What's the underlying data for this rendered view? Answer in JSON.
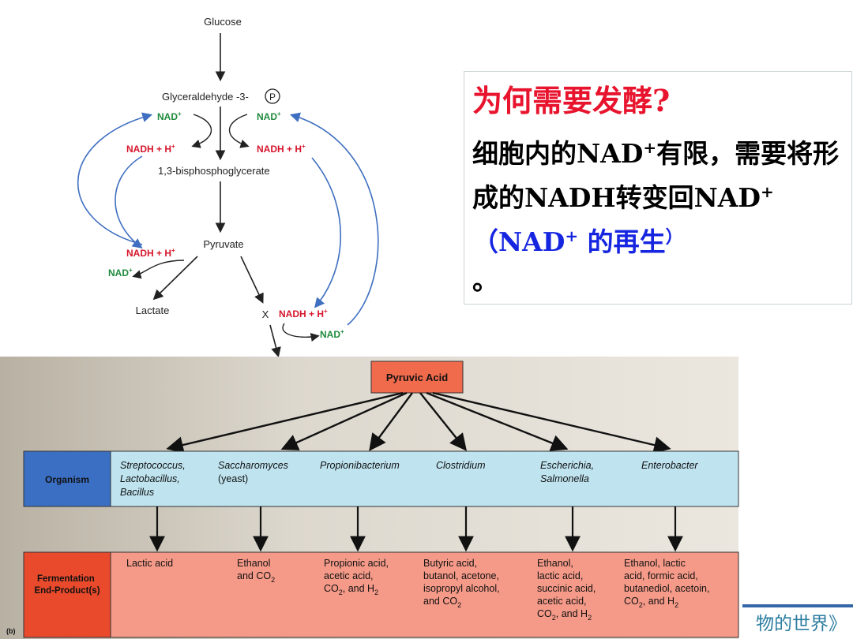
{
  "pathway": {
    "glucose": "Glucose",
    "g3p": "Glyceraldehyde -3-",
    "phosphate_symbol": "P",
    "nad_left": "NAD",
    "nad_right": "NAD",
    "nad_sup": "+",
    "nadh_left": "NADH + H",
    "nadh_right": "NADH + H",
    "bpg": "1,3-bisphosphoglycerate",
    "pyruvate": "Pyruvate",
    "nadh_lactate": "NADH + H",
    "nad_lactate": "NAD",
    "lactate": "Lactate",
    "x_label": "X",
    "nadh_x": "NADH + H",
    "nad_x": "NAD"
  },
  "callout": {
    "title": "为何需要发酵?",
    "line1": "细胞内的NAD",
    "line1_sup": "+",
    "line1_rest": "有限，需要将形成的NADH转变回NAD",
    "line2_sup": "+",
    "paren_open": "（NAD",
    "paren_sup": "+",
    "paren_rest": " 的再生",
    "paren_close": "）",
    "period": "。"
  },
  "table": {
    "root": "Pyruvic Acid",
    "organism_header": "Organism",
    "end_product_header": "Fermentation End-Product(s)",
    "panel_label": "(b)",
    "columns": [
      {
        "organism": [
          "Streptococcus,",
          "Lactobacillus,",
          "Bacillus"
        ],
        "products": [
          "Lactic acid"
        ]
      },
      {
        "organism": [
          "Saccharomyces",
          "(yeast)"
        ],
        "products": [
          "Ethanol",
          "and CO2"
        ]
      },
      {
        "organism": [
          "Propionibacterium"
        ],
        "products": [
          "Propionic acid,",
          "acetic acid,",
          "CO2, and H2"
        ]
      },
      {
        "organism": [
          "Clostridium"
        ],
        "products": [
          "Butyric acid,",
          "butanol, acetone,",
          "isopropyl alcohol,",
          "and CO2"
        ]
      },
      {
        "organism": [
          "Escherichia,",
          "Salmonella"
        ],
        "products": [
          "Ethanol,",
          "lactic acid,",
          "succinic acid,",
          "acetic acid,",
          "CO2, and H2"
        ]
      },
      {
        "organism": [
          "Enterobacter"
        ],
        "products": [
          "Ethanol, lactic",
          "acid, formic acid,",
          "butanediol, acetoin,",
          "CO2, and H2"
        ]
      }
    ]
  },
  "footer": "物的世界》",
  "colors": {
    "red_label": "#d6152c",
    "green_label": "#1f8a3c",
    "blue_arrow": "#3f6fc0",
    "organism_row": "#bfe4f0",
    "organism_header": "#3a6fc4",
    "product_row": "#f59a88",
    "product_header": "#e94a2c",
    "root_box": "#f06a4c"
  }
}
